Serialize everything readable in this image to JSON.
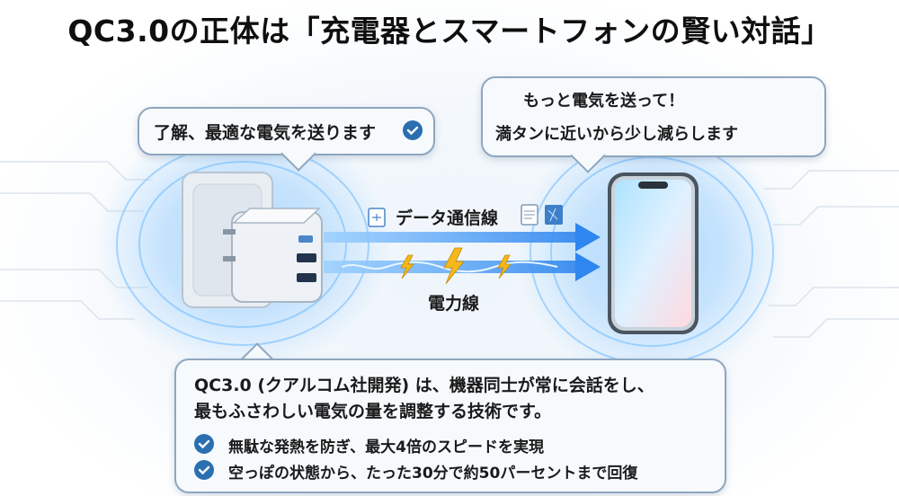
{
  "title": "QC3.0の正体は「充電器とスマートフォンの賢い対話」",
  "charger_bubble": {
    "text": "了解、最適な電気を送ります",
    "icon": "check-circle-icon"
  },
  "phone_bubble": {
    "line1": "もっと電気を送って！",
    "line2": "満タンに近いから少し減らします",
    "icons": [
      "battery-low-icon",
      "battery-full-icon"
    ]
  },
  "lines": {
    "data_label": "データ通信線",
    "power_label": "電力線"
  },
  "description": {
    "line1": "QC3.0 (クアルコム社開発) は、機器同士が常に会話をし、",
    "line2": "最もふさわしい電気の量を調整する技術です。",
    "bullets": [
      "無駄な発熱を防ぎ、最大4倍のスピードを実現",
      "空っぽの状態から、たった30分で約50パーセントまで回復"
    ]
  },
  "colors": {
    "accent": "#2a6fb0",
    "arrow": "#3d8ff0",
    "glow": "#7fc4ff",
    "bolt": "#f5b81c"
  }
}
